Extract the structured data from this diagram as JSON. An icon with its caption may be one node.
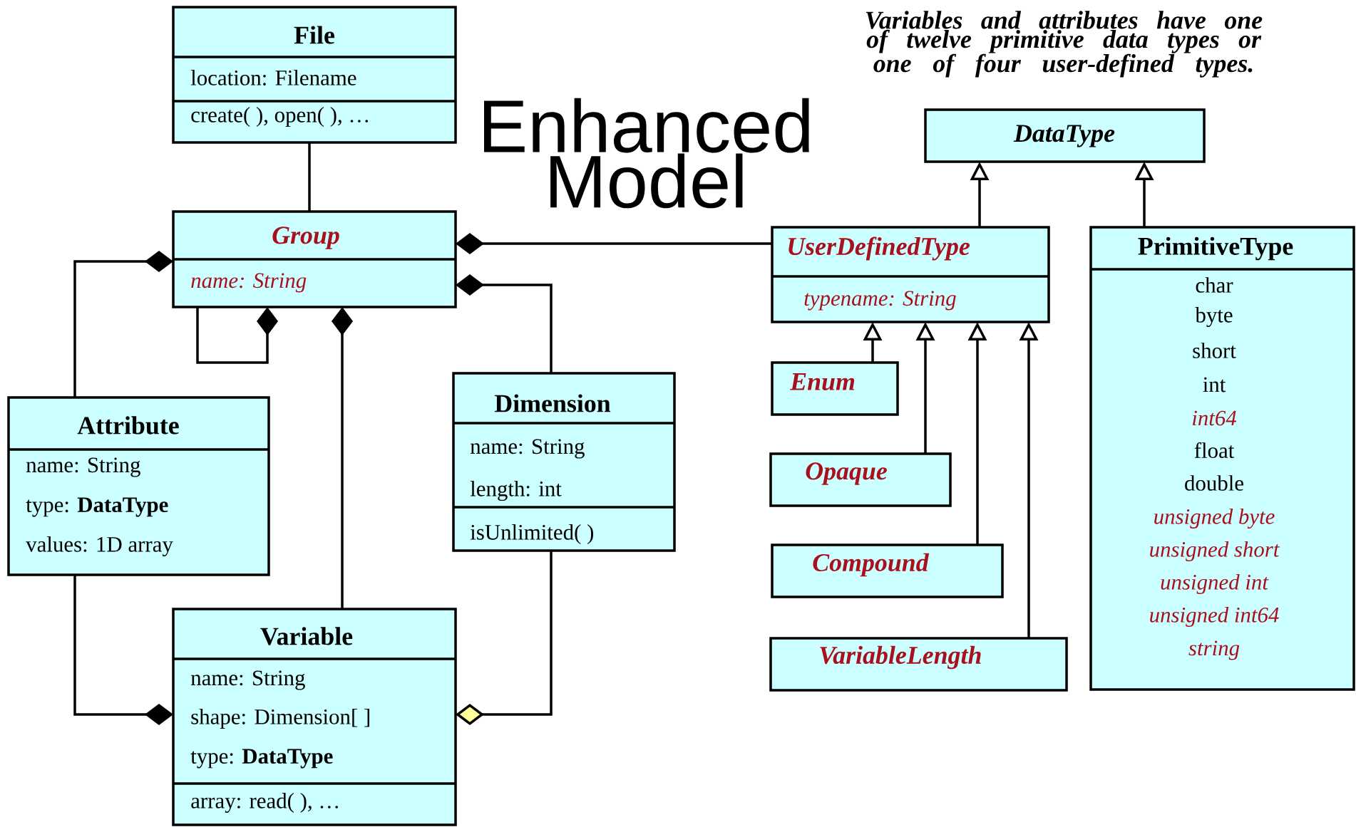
{
  "diagram": {
    "title": "Enhanced Model",
    "nodes": [
      {
        "text": [
          "File",
          "location: Filename",
          "create( ), open( ), …"
        ]
      },
      {
        "text": [
          "Group",
          "name: String"
        ]
      },
      {
        "text": [
          "Attribute",
          "name: String",
          "type: **DataType**",
          "values: 1D array"
        ]
      },
      {
        "text": [
          "Dimension",
          "name: String",
          "length: int",
          "isUnlimited( )"
        ]
      },
      {
        "text": [
          "Variable",
          "name: String",
          "shape: Dimension[ ]",
          "type: **DataType**",
          "array: read( ), …"
        ]
      },
      {
        "text": [
          "DataType"
        ]
      },
      {
        "text": [
          "UserDefinedType",
          "typename: String"
        ]
      },
      {
        "text": [
          "PrimitiveType",
          "char",
          "byte",
          "short",
          "int",
          "int64",
          "float",
          "double",
          "unsigned byte",
          "unsigned short",
          "unsigned int",
          "unsigned int64",
          "string"
        ]
      },
      {
        "text": [
          "Enum"
        ]
      },
      {
        "text": [
          "Opaque"
        ]
      },
      {
        "text": [
          "Compound"
        ]
      },
      {
        "text": [
          "VariableLength"
        ]
      }
    ],
    "edges": [
      {
        "from": 0,
        "to": 1,
        "arrow": "none"
      },
      {
        "from": 1,
        "to": 1,
        "arrow": "other"
      },
      {
        "from": 2,
        "to": 1,
        "arrow": "other"
      },
      {
        "from": 4,
        "to": 1,
        "arrow": "other"
      },
      {
        "from": 3,
        "to": 1,
        "arrow": "other"
      },
      {
        "from": 6,
        "to": 1,
        "arrow": "other"
      },
      {
        "from": 2,
        "to": 4,
        "arrow": "other"
      },
      {
        "from": 3,
        "to": 4,
        "arrow": "other"
      },
      {
        "from": 6,
        "to": 5,
        "arrow": "to"
      },
      {
        "from": 7,
        "to": 5,
        "arrow": "to"
      },
      {
        "from": 8,
        "to": 6,
        "arrow": "to"
      },
      {
        "from": 9,
        "to": 6,
        "arrow": "to"
      },
      {
        "from": 10,
        "to": 6,
        "arrow": "to"
      },
      {
        "from": 11,
        "to": 6,
        "arrow": "to"
      }
    ],
    "labels": [
      "Variables and attributes have one of twelve primitive data types or one of four user-defined types."
    ]
  }
}
